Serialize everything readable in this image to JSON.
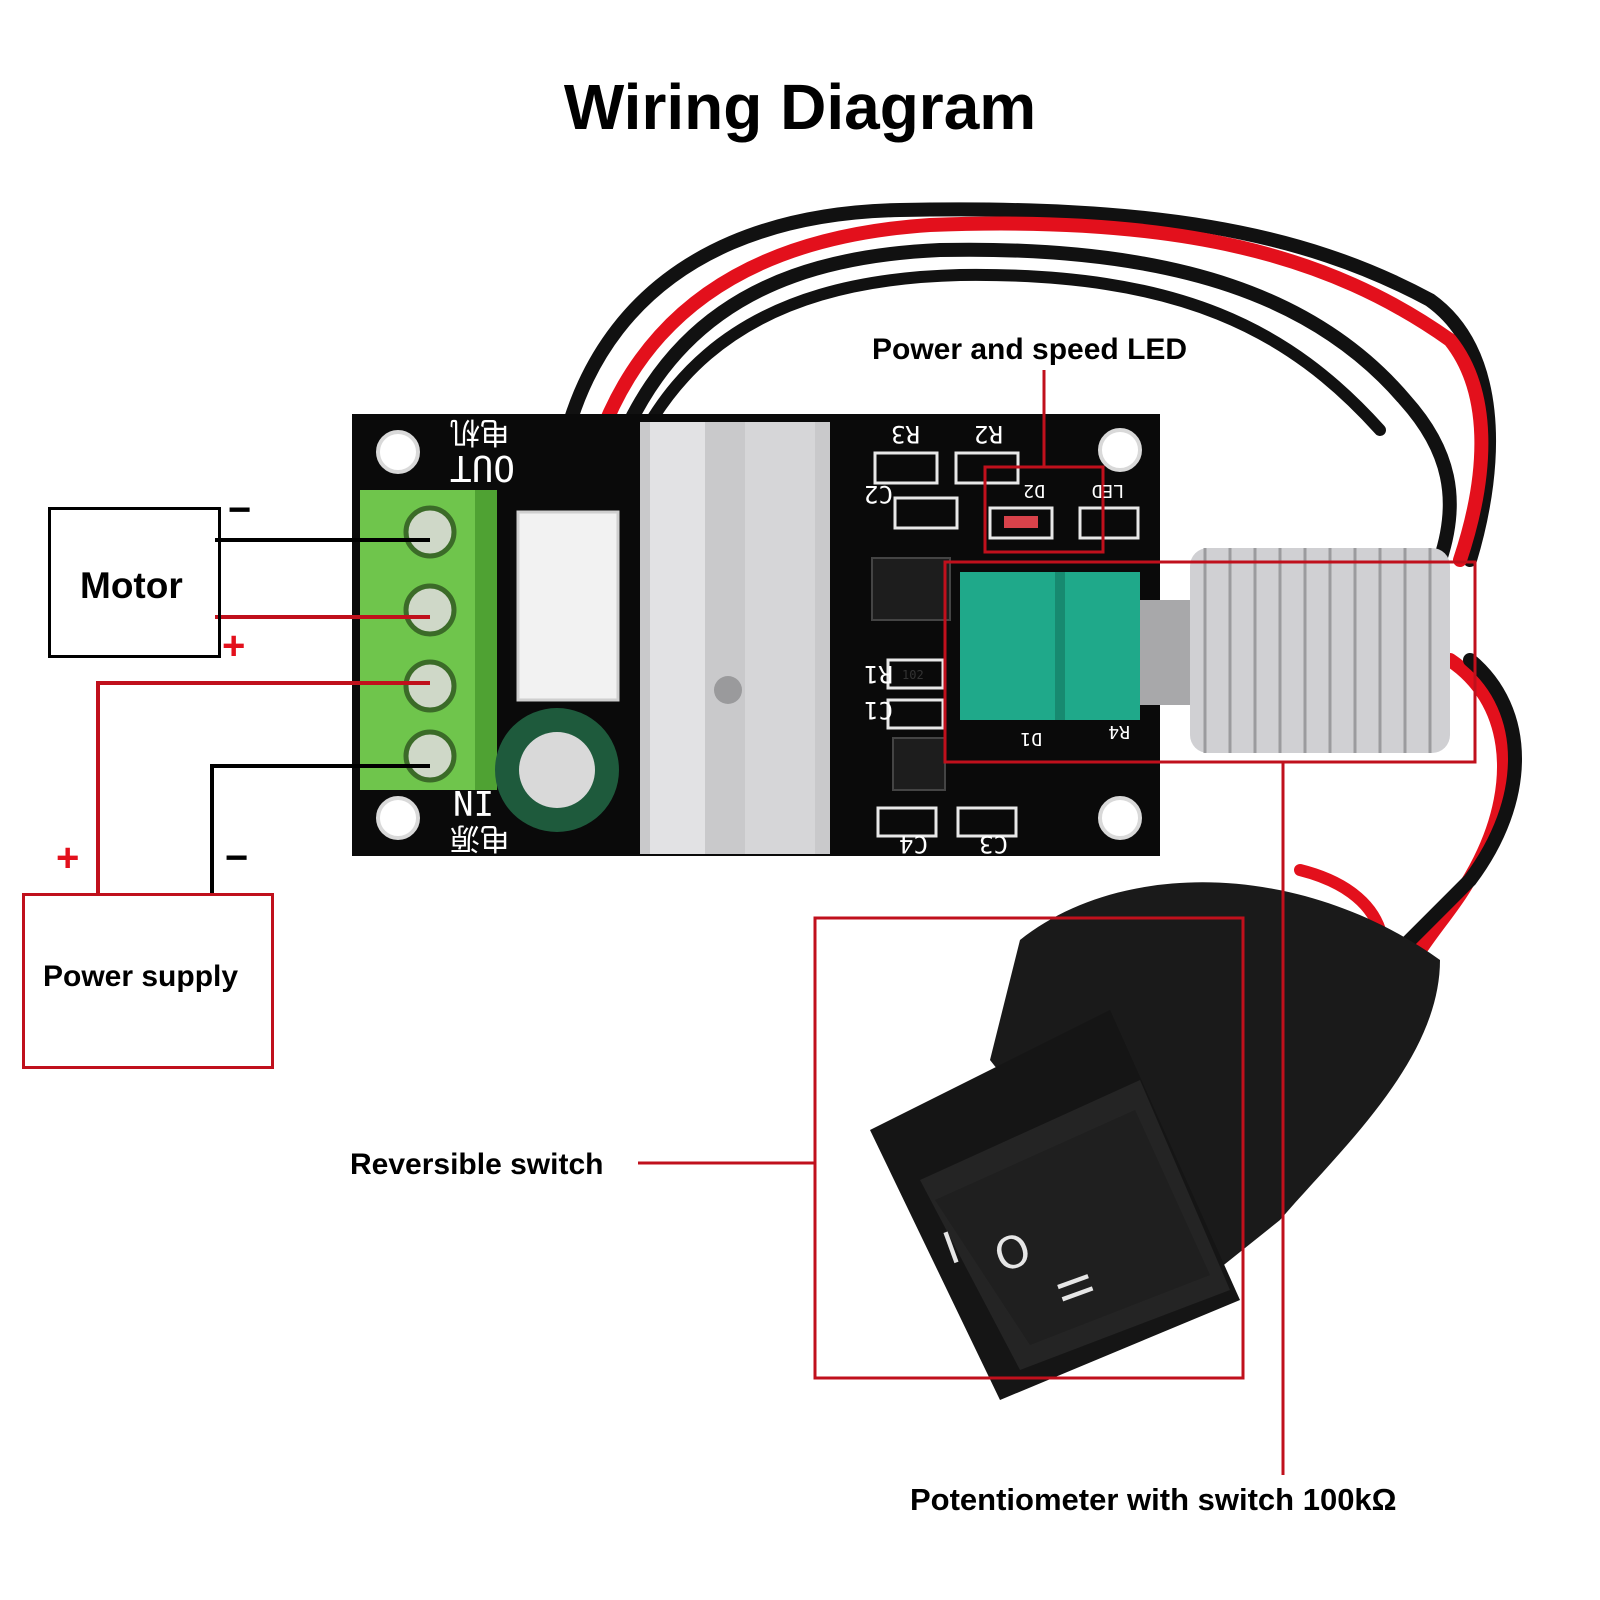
{
  "title": "Wiring Diagram",
  "colors": {
    "wire_red": "#e3101c",
    "wire_black": "#111111",
    "callout_red": "#c0101c",
    "pcb": "#0a0a0a",
    "terminal_green": "#7fd35a",
    "pot_green": "#1fa98a"
  },
  "motor": {
    "label": "Motor",
    "minus": "−",
    "plus": "+"
  },
  "power": {
    "label": "Power supply",
    "plus": "+",
    "minus": "−"
  },
  "callouts": {
    "led": "Power and speed LED",
    "switch": "Reversible switch",
    "pot": "Potentiometer with switch 100kΩ"
  },
  "pcb": {
    "out_label": "OUT",
    "out_cn": "电机",
    "in_label": "IN",
    "in_cn": "电源",
    "components": [
      "R3",
      "R2",
      "C2",
      "D2",
      "LED",
      "R1",
      "C1",
      "R4",
      "D1",
      "C4",
      "C3"
    ],
    "r1_code": "102"
  },
  "switch_marks": {
    "left": "I",
    "center": "O",
    "right": "II"
  }
}
